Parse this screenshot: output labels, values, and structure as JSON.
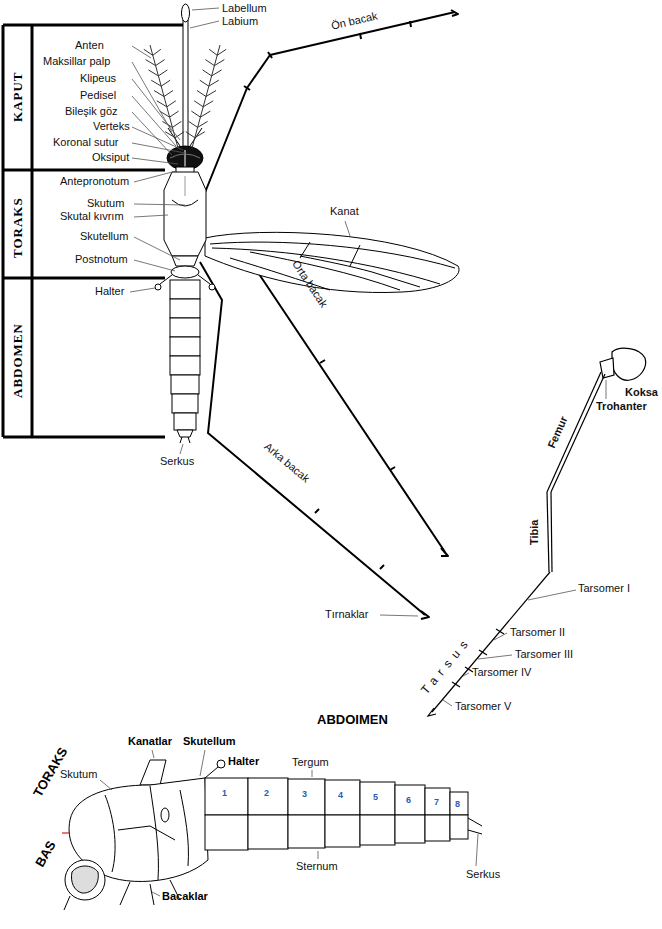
{
  "diagram": {
    "labels": [
      "Labellum",
      "Labium",
      "Anten",
      "Maksillar palp",
      "Klipeus",
      "Pedisel",
      "Bileşik göz",
      "Verteks",
      "Koronal sutur",
      "Oksiput",
      "Ön bacak",
      "KAPUT",
      "TORAKS",
      "ABDOMEN",
      "Antepronotum",
      "Skutum",
      "Skutal kıvrım",
      "Skutellum",
      "Postnotum",
      "Kanat",
      "Halter",
      "Serkus",
      "Orta bacak",
      "Arka bacak",
      "Tırnaklar",
      "Femur",
      "Koksa",
      "Trohanter",
      "Tibia",
      "Tarsus",
      "Tarsomer I",
      "Tarsomer II",
      "Tarsomer III",
      "Tarsomer IV",
      "Tarsomer V",
      "TORAKS",
      "Kanatlar",
      "Skutellum",
      "Halter",
      "Skutum",
      "ABDOIMEN",
      "Tergum",
      "BAS",
      "Bacaklar",
      "Sternum",
      "Serkus",
      "1",
      "2",
      "3",
      "4",
      "5",
      "6",
      "7",
      "8"
    ]
  }
}
